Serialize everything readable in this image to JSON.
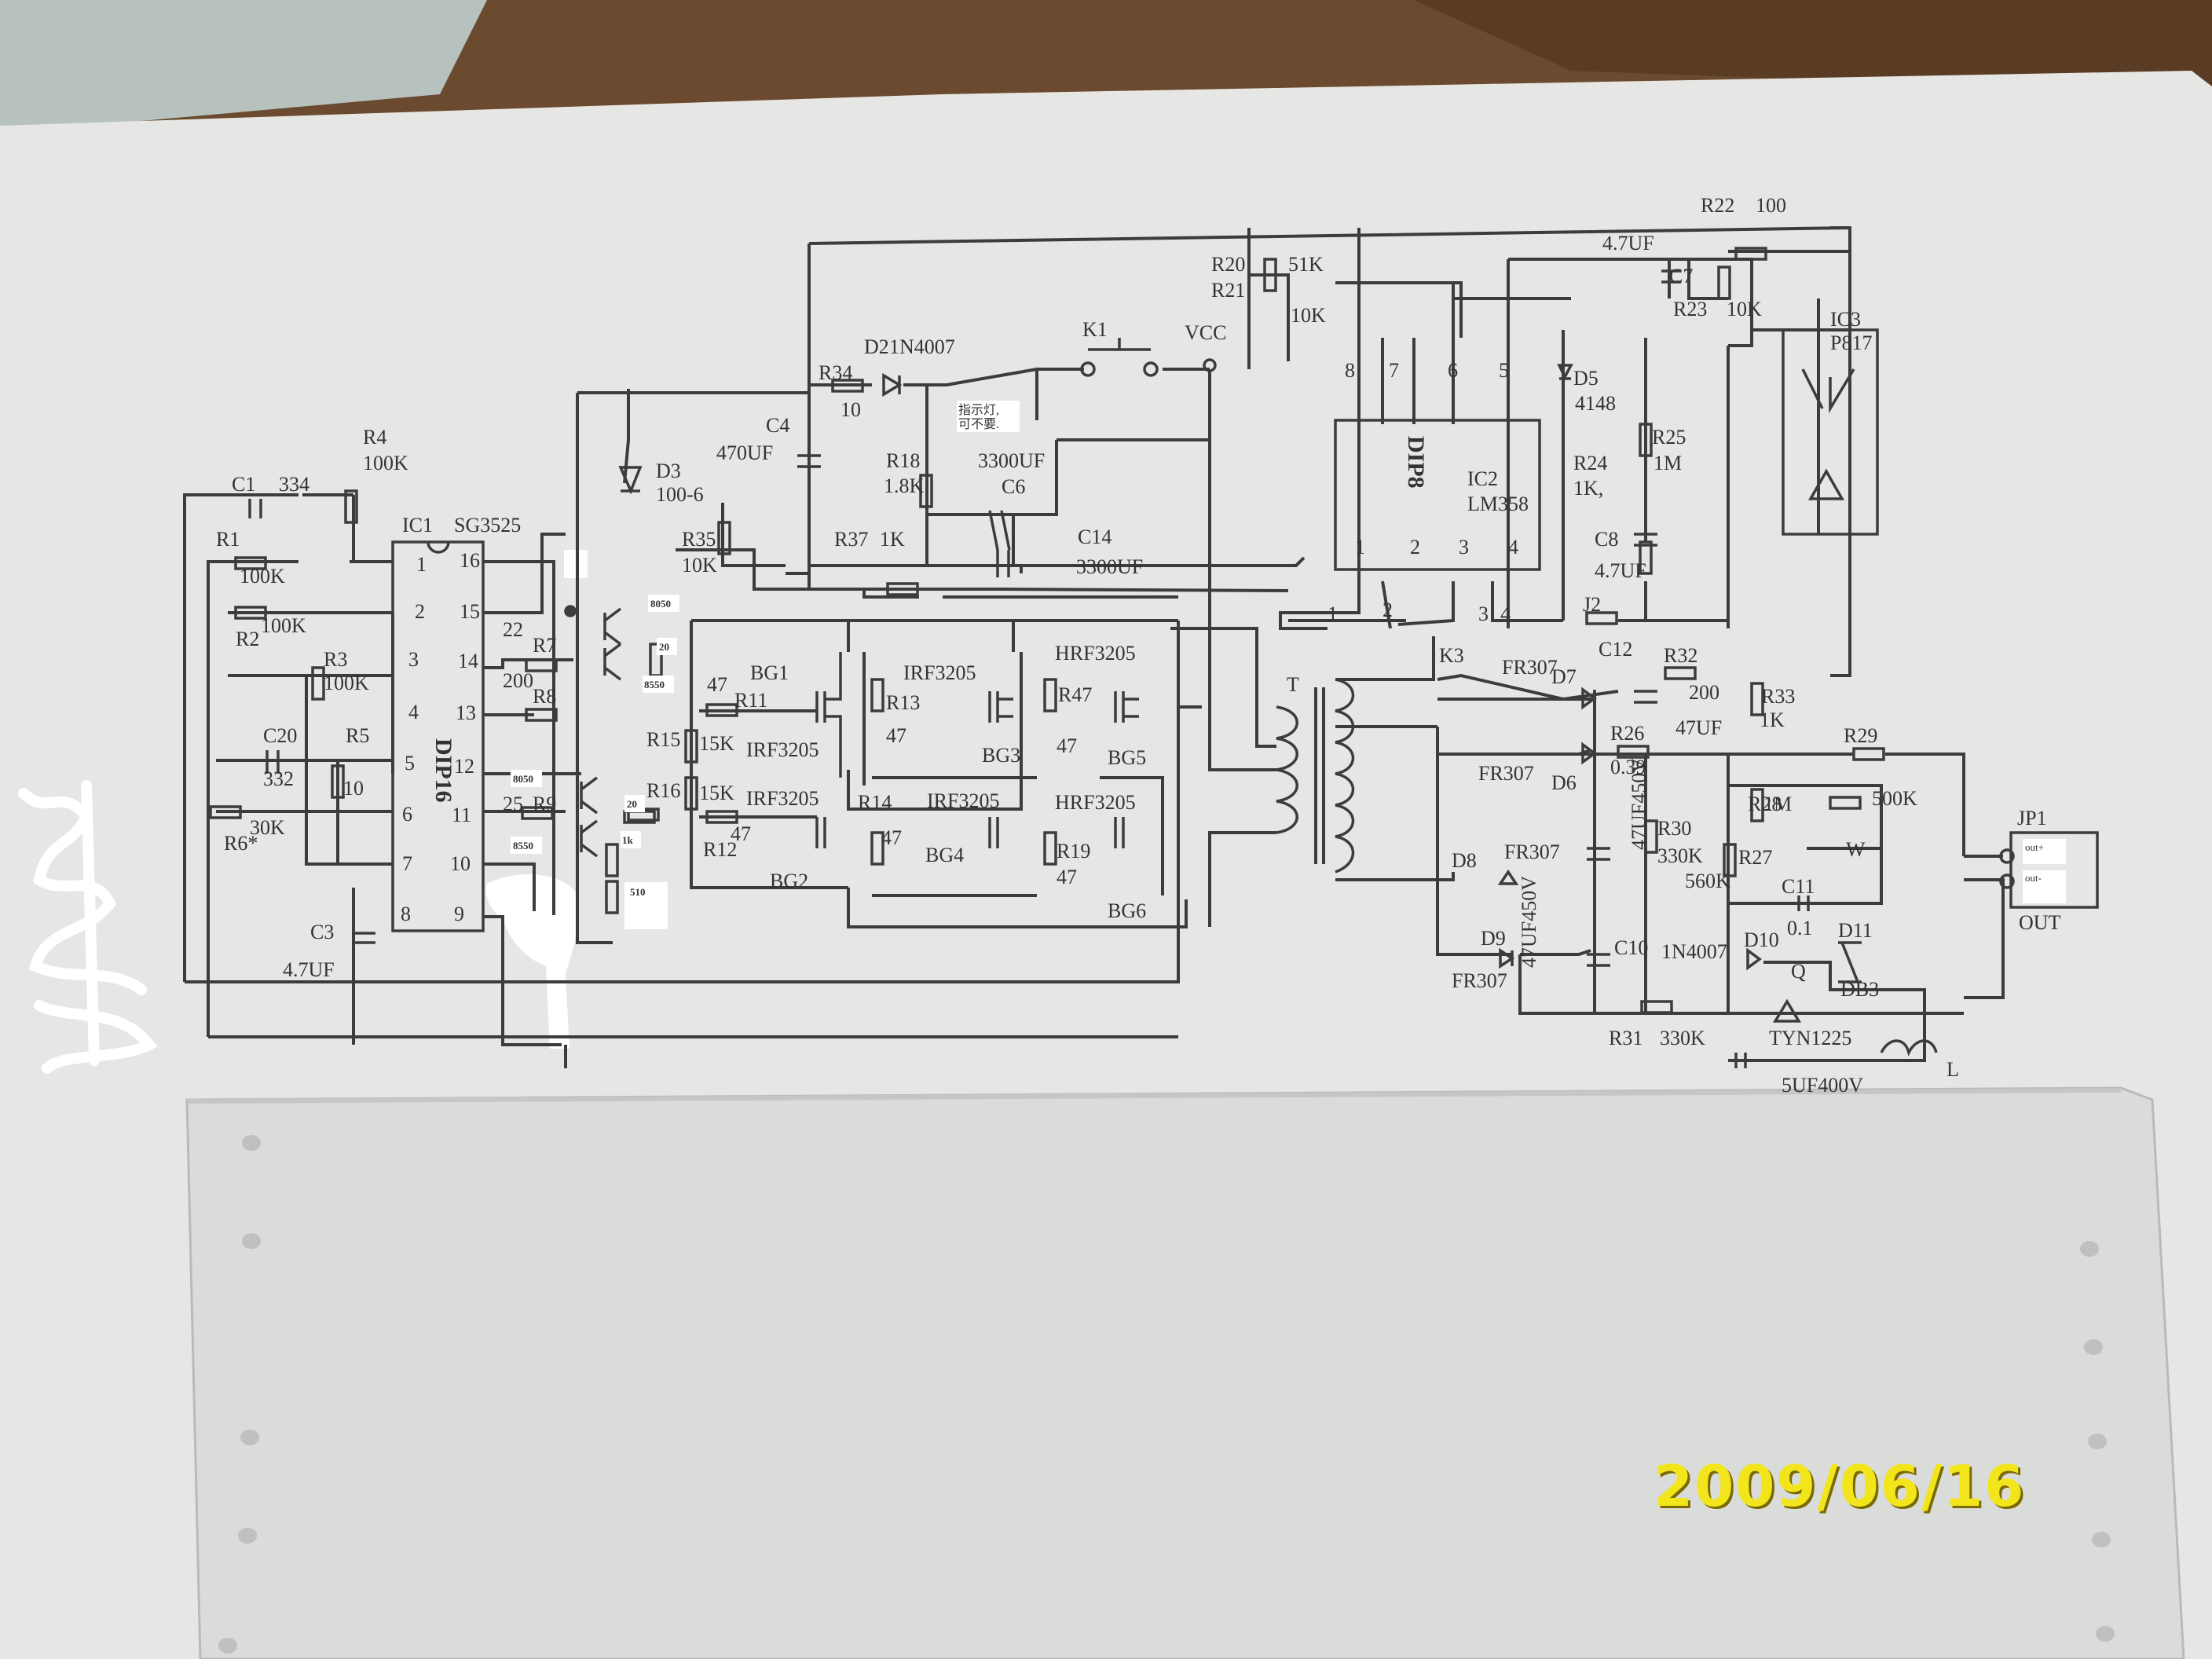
{
  "date_stamp": "2009/06/16",
  "colors": {
    "paper": "#e6e7e4",
    "paper_shadow": "#c9cbc8",
    "ink": "#3c3c3c",
    "desk": "#6b4a2f",
    "date_stamp": "#f2e51c"
  },
  "schematic": {
    "ic1": {
      "name": "IC1",
      "part": "SG3525",
      "package": "DIP16",
      "pins_left": [
        "1",
        "2",
        "3",
        "4",
        "5",
        "6",
        "7",
        "8"
      ],
      "pins_right": [
        "16",
        "15",
        "14",
        "13",
        "12",
        "11",
        "10",
        "9"
      ]
    },
    "ic2": {
      "name": "IC2",
      "part": "LM358",
      "package": "DIP8",
      "pins_top": [
        "8",
        "7",
        "6",
        "5"
      ],
      "pins_bottom": [
        "1",
        "2",
        "3",
        "4"
      ]
    },
    "ic3": {
      "name": "IC3",
      "part": "P817"
    },
    "transformer": "T",
    "connector": {
      "name": "JP1",
      "pins": [
        "out+",
        "out-"
      ],
      "label": "OUT"
    },
    "vcc": "VCC",
    "labels": [
      {
        "id": "c1",
        "text": "C1"
      },
      {
        "id": "c1v",
        "text": "334"
      },
      {
        "id": "r4",
        "text": "R4"
      },
      {
        "id": "r4v",
        "text": "100K"
      },
      {
        "id": "r1",
        "text": "R1"
      },
      {
        "id": "r1v",
        "text": "100K"
      },
      {
        "id": "r2",
        "text": "R2"
      },
      {
        "id": "r2v",
        "text": "100K"
      },
      {
        "id": "r3",
        "text": "R3"
      },
      {
        "id": "r3v",
        "text": "100K"
      },
      {
        "id": "c20",
        "text": "C20"
      },
      {
        "id": "c20v",
        "text": "332"
      },
      {
        "id": "r5",
        "text": "R5"
      },
      {
        "id": "r5v",
        "text": "10"
      },
      {
        "id": "r6",
        "text": "R6*"
      },
      {
        "id": "r6v",
        "text": "30K"
      },
      {
        "id": "c3",
        "text": "C3"
      },
      {
        "id": "c3v",
        "text": "4.7UF"
      },
      {
        "id": "r7",
        "text": "R7"
      },
      {
        "id": "r7v",
        "text": "22"
      },
      {
        "id": "r8",
        "text": "R8"
      },
      {
        "id": "r8v",
        "text": "200"
      },
      {
        "id": "r9",
        "text": "R9"
      },
      {
        "id": "r9v",
        "text": "25"
      },
      {
        "id": "r35",
        "text": "R35"
      },
      {
        "id": "r35v",
        "text": "10K"
      },
      {
        "id": "d3",
        "text": "D3"
      },
      {
        "id": "d3v",
        "text": "100-6"
      },
      {
        "id": "c4",
        "text": "C4"
      },
      {
        "id": "c4v",
        "text": "470UF"
      },
      {
        "id": "r34",
        "text": "R34"
      },
      {
        "id": "r34v",
        "text": "10"
      },
      {
        "id": "d2",
        "text": "D2"
      },
      {
        "id": "d2v",
        "text": "1N4007"
      },
      {
        "id": "k1",
        "text": "K1"
      },
      {
        "id": "r18",
        "text": "R18"
      },
      {
        "id": "r18v",
        "text": "1.8K"
      },
      {
        "id": "c6",
        "text": "C6"
      },
      {
        "id": "c6v",
        "text": "3300UF"
      },
      {
        "id": "r37",
        "text": "R37"
      },
      {
        "id": "r37v",
        "text": "1K"
      },
      {
        "id": "c14",
        "text": "C14"
      },
      {
        "id": "c14v",
        "text": "3300UF"
      },
      {
        "id": "r20",
        "text": "R20"
      },
      {
        "id": "r20v",
        "text": "51K"
      },
      {
        "id": "r21",
        "text": "R21"
      },
      {
        "id": "r21v",
        "text": "10K"
      },
      {
        "id": "r22",
        "text": "R22"
      },
      {
        "id": "r22v",
        "text": "100"
      },
      {
        "id": "c7",
        "text": "C7"
      },
      {
        "id": "c7v",
        "text": "4.7UF"
      },
      {
        "id": "r23",
        "text": "R23"
      },
      {
        "id": "r23v",
        "text": "10K"
      },
      {
        "id": "d5",
        "text": "D5"
      },
      {
        "id": "d5v",
        "text": "4148"
      },
      {
        "id": "r25",
        "text": "R25"
      },
      {
        "id": "r25v",
        "text": "1M"
      },
      {
        "id": "r24",
        "text": "R24"
      },
      {
        "id": "r24v",
        "text": "1K,"
      },
      {
        "id": "c8",
        "text": "C8"
      },
      {
        "id": "c8v",
        "text": "4.7UF"
      },
      {
        "id": "j2",
        "text": "J2"
      },
      {
        "id": "bg1",
        "text": "BG1"
      },
      {
        "id": "r11",
        "text": "R11"
      },
      {
        "id": "r11v",
        "text": "47"
      },
      {
        "id": "irf1",
        "text": "IRF3205"
      },
      {
        "id": "r13",
        "text": "R13"
      },
      {
        "id": "r13v",
        "text": "47"
      },
      {
        "id": "hrf1",
        "text": "HRF3205"
      },
      {
        "id": "r47",
        "text": "R47"
      },
      {
        "id": "r47v",
        "text": "47"
      },
      {
        "id": "r15",
        "text": "R15"
      },
      {
        "id": "r15v",
        "text": "15K"
      },
      {
        "id": "irf2",
        "text": "IRF3205"
      },
      {
        "id": "bg3",
        "text": "BG3"
      },
      {
        "id": "bg5",
        "text": "BG5"
      },
      {
        "id": "r16",
        "text": "R16"
      },
      {
        "id": "r16v",
        "text": "15K"
      },
      {
        "id": "irf3",
        "text": "IRF3205"
      },
      {
        "id": "r14",
        "text": "R14"
      },
      {
        "id": "r14v",
        "text": "47"
      },
      {
        "id": "irf4",
        "text": "IRF3205"
      },
      {
        "id": "hrf2",
        "text": "HRF3205"
      },
      {
        "id": "r12",
        "text": "R12"
      },
      {
        "id": "r12v",
        "text": "47"
      },
      {
        "id": "bg2",
        "text": "BG2"
      },
      {
        "id": "bg4",
        "text": "BG4"
      },
      {
        "id": "r19",
        "text": "R19"
      },
      {
        "id": "r19v",
        "text": "47"
      },
      {
        "id": "bg6",
        "text": "BG6"
      },
      {
        "id": "k3",
        "text": "K3"
      },
      {
        "id": "fr307a",
        "text": "FR307"
      },
      {
        "id": "d7",
        "text": "D7"
      },
      {
        "id": "c12",
        "text": "C12"
      },
      {
        "id": "r32",
        "text": "R32"
      },
      {
        "id": "r32v",
        "text": "200"
      },
      {
        "id": "r33",
        "text": "R33"
      },
      {
        "id": "r33v",
        "text": "1K"
      },
      {
        "id": "r26",
        "text": "R26"
      },
      {
        "id": "c12v",
        "text": "47UF"
      },
      {
        "id": "r26v",
        "text": "0.39"
      },
      {
        "id": "fr307b",
        "text": "FR307"
      },
      {
        "id": "d6",
        "text": "D6"
      },
      {
        "id": "r29",
        "text": "R29"
      },
      {
        "id": "r28",
        "text": "R28"
      },
      {
        "id": "r28v",
        "text": "1M"
      },
      {
        "id": "w",
        "text": "W"
      },
      {
        "id": "wv",
        "text": "500K"
      },
      {
        "id": "d8",
        "text": "D8"
      },
      {
        "id": "fr307c",
        "text": "FR307"
      },
      {
        "id": "r30",
        "text": "R30"
      },
      {
        "id": "r30v",
        "text": "330K"
      },
      {
        "id": "r27",
        "text": "R27"
      },
      {
        "id": "r27v",
        "text": "560K"
      },
      {
        "id": "c11",
        "text": "C11"
      },
      {
        "id": "c11v",
        "text": "0.1"
      },
      {
        "id": "c9v",
        "text": "47UF450V"
      },
      {
        "id": "c10",
        "text": "C10"
      },
      {
        "id": "c10v",
        "text": "47UF450V"
      },
      {
        "id": "n4007",
        "text": "1N4007"
      },
      {
        "id": "d10",
        "text": "D10"
      },
      {
        "id": "d11",
        "text": "D11"
      },
      {
        "id": "q",
        "text": "Q"
      },
      {
        "id": "db3",
        "text": "DB3"
      },
      {
        "id": "d9",
        "text": "D9"
      },
      {
        "id": "fr307d",
        "text": "FR307"
      },
      {
        "id": "r31",
        "text": "R31"
      },
      {
        "id": "r31v",
        "text": "330K"
      },
      {
        "id": "tyn",
        "text": "TYN1225"
      },
      {
        "id": "l",
        "text": "L"
      },
      {
        "id": "c13v",
        "text": "5UF400V"
      }
    ],
    "annotations": {
      "t8050a": "8050",
      "t8550a": "8550",
      "t8050b": "8050",
      "t8550b": "8550",
      "r20a": "20",
      "r20b": "20",
      "r1k": "1k",
      "r510": "510",
      "led_note_1": "指示灯,",
      "led_note_2": "可不要."
    }
  }
}
